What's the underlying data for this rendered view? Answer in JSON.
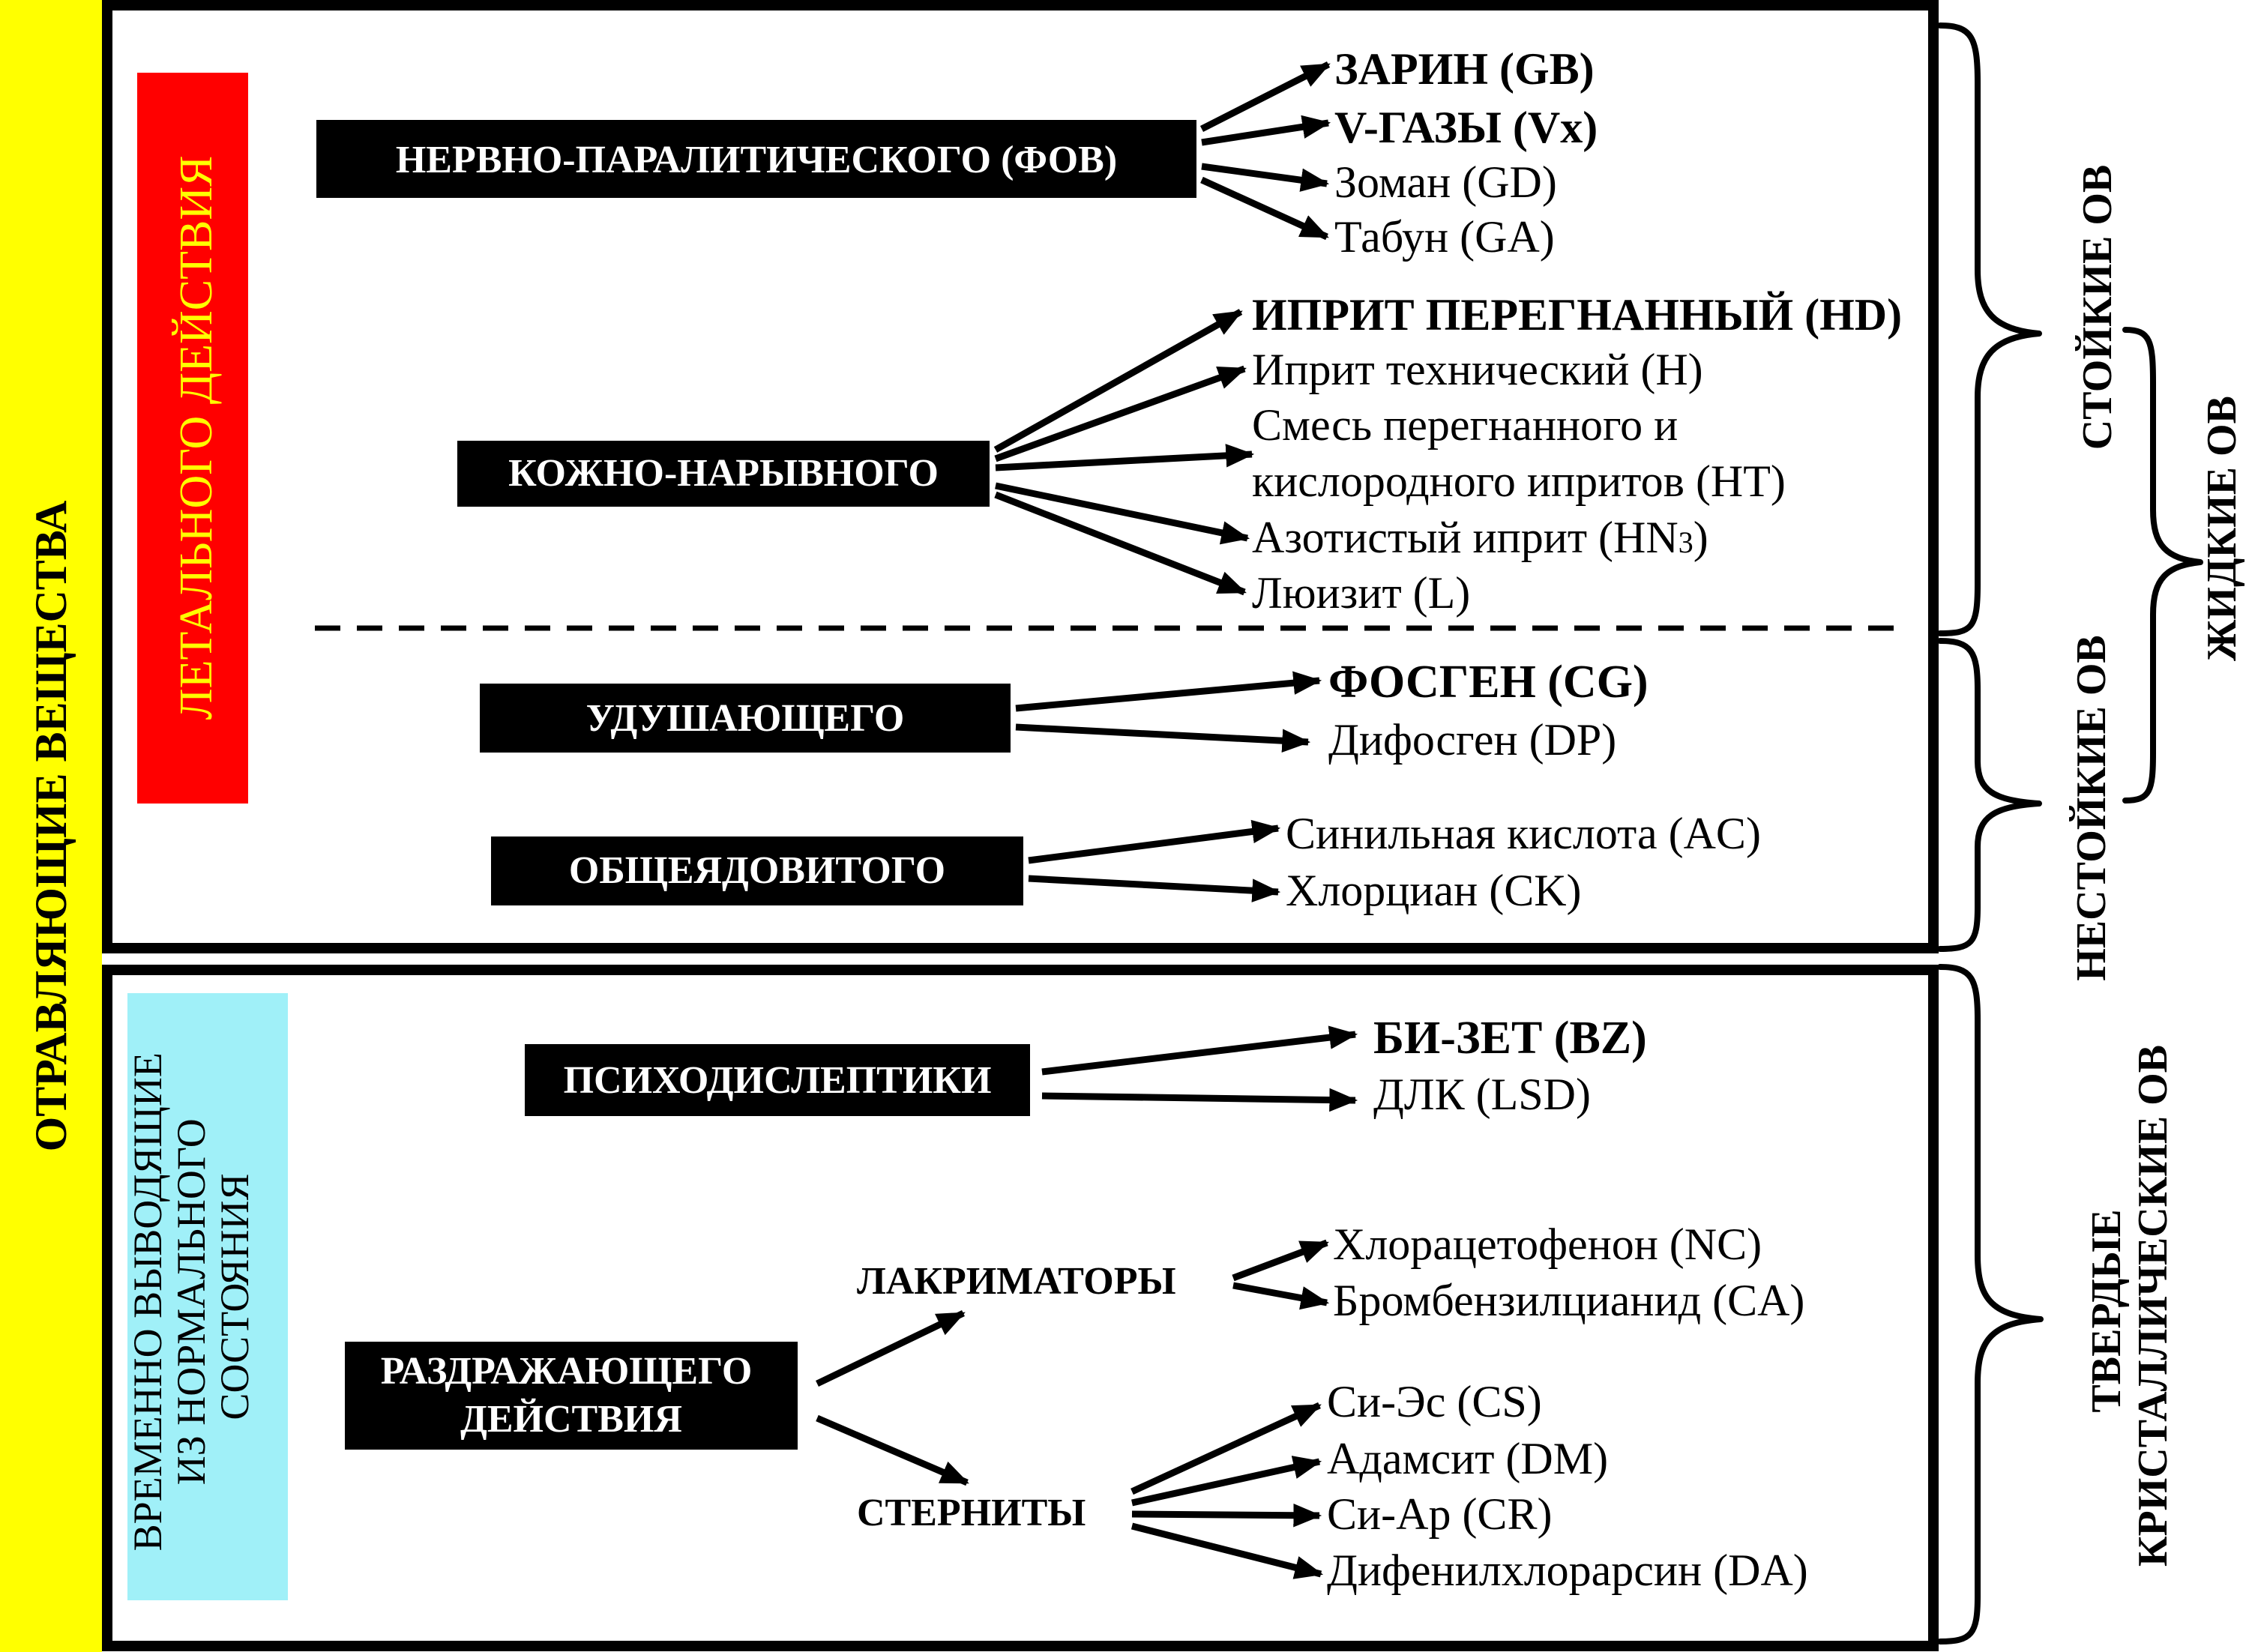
{
  "colors": {
    "outer_band": "#FFFF00",
    "lethal_band": "#FF0000",
    "lethal_text": "#FFFF00",
    "temporary_band": "#A0F0F8",
    "category_box": "#000000",
    "category_text": "#FFFFFF"
  },
  "main_label": "ОТРАВЛЯЮЩИЕ ВЕЩЕСТВА",
  "lethal": {
    "label": "ЛЕТАЛЬНОГО ДЕЙСТВИЯ",
    "nerve": {
      "label": "НЕРВНО-ПАРАЛИТИЧЕСКОГО (ФОВ)",
      "items": [
        "ЗАРИН (GB)",
        "V-ГАЗЫ (Vx)",
        "Зоман (GD)",
        "Табун (GA)"
      ]
    },
    "blister": {
      "label": "КОЖНО-НАРЫВНОГО",
      "items": [
        "ИПРИТ ПЕРЕГНАННЫЙ (HD)",
        "Иприт технический (H)",
        "Смесь перегнанного и",
        "кислородного ипритов (HT)",
        "Азотистый иприт (HN",
        "3",
        ")",
        "Люизит (L)"
      ]
    },
    "choking": {
      "label": "УДУШАЮЩЕГО",
      "items": [
        "ФОСГЕН (CG)",
        "Дифосген (DP)"
      ]
    },
    "blood": {
      "label": "ОБЩЕЯДОВИТОГО",
      "items": [
        "Синильная кислота (AC)",
        "Хлорциан (CK)"
      ]
    }
  },
  "temporary": {
    "label_lines": [
      "ВРЕМЕННО ВЫВОДЯЩИЕ",
      "ИЗ НОРМАЛЬНОГО",
      "СОСТОЯНИЯ"
    ],
    "psycho": {
      "label": "ПСИХОДИСЛЕПТИКИ",
      "items": [
        "БИ-ЗЕТ (BZ)",
        "ДЛК (LSD)"
      ]
    },
    "irritant": {
      "label_lines": [
        "РАЗДРАЖАЮЩЕГО",
        "ДЕЙСТВИЯ"
      ],
      "lacrimators": {
        "label": "ЛАКРИМАТОРЫ",
        "items": [
          "Хлорацетофенон (NC)",
          "Бромбензилцианид (CA)"
        ]
      },
      "sternites": {
        "label": "СТЕРНИТЫ",
        "items": [
          "Си-Эс (CS)",
          "Адамсит (DM)",
          "Си-Ар (CR)",
          "Дифенилхлорарсин (DA)"
        ]
      }
    }
  },
  "right_labels": {
    "persistent": "СТОЙКИЕ ОВ",
    "nonpersistent": "НЕСТОЙКИЕ ОВ",
    "liquid": "ЖИДКИЕ ОВ",
    "solid_lines": [
      "ТВЕРДЫЕ",
      "КРИСТАЛЛИЧЕСКИЕ ОВ"
    ]
  }
}
